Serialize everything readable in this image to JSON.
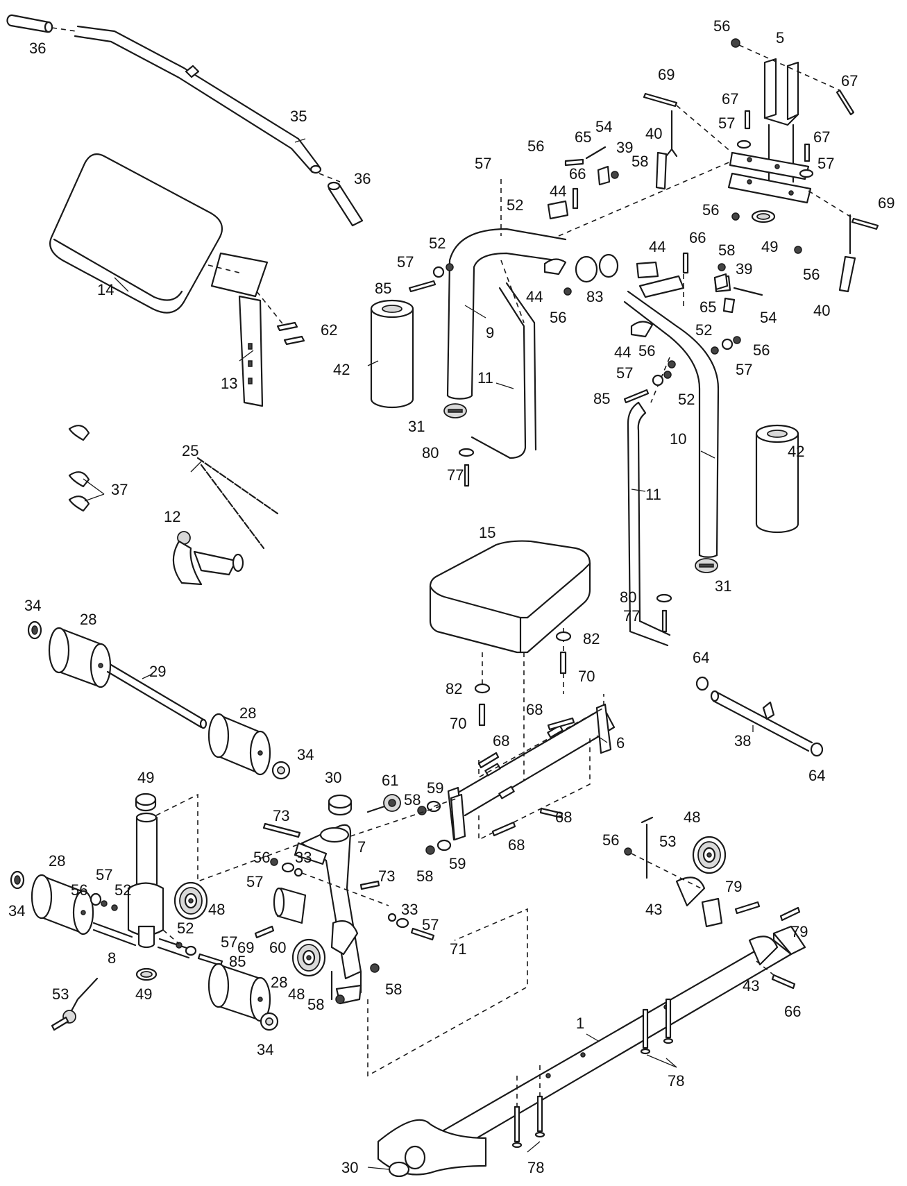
{
  "labels": [
    {
      "id": "lbl-36a",
      "text": "36"
    },
    {
      "id": "lbl-35",
      "text": "35"
    },
    {
      "id": "lbl-36b",
      "text": "36"
    },
    {
      "id": "lbl-14",
      "text": "14"
    },
    {
      "id": "lbl-62",
      "text": "62"
    },
    {
      "id": "lbl-13",
      "text": "13"
    },
    {
      "id": "lbl-37",
      "text": "37"
    },
    {
      "id": "lbl-25",
      "text": "25"
    },
    {
      "id": "lbl-12",
      "text": "12"
    },
    {
      "id": "lbl-42a",
      "text": "42"
    },
    {
      "id": "lbl-31a",
      "text": "31"
    },
    {
      "id": "lbl-80a",
      "text": "80"
    },
    {
      "id": "lbl-77a",
      "text": "77"
    },
    {
      "id": "lbl-9",
      "text": "9"
    },
    {
      "id": "lbl-11a",
      "text": "11"
    },
    {
      "id": "lbl-57a",
      "text": "57"
    },
    {
      "id": "lbl-52a",
      "text": "52"
    },
    {
      "id": "lbl-85a",
      "text": "85"
    },
    {
      "id": "lbl-57b",
      "text": "57"
    },
    {
      "id": "lbl-56a",
      "text": "56"
    },
    {
      "id": "lbl-52b",
      "text": "52"
    },
    {
      "id": "lbl-44a",
      "text": "44"
    },
    {
      "id": "lbl-66a",
      "text": "66"
    },
    {
      "id": "lbl-65a",
      "text": "65"
    },
    {
      "id": "lbl-54a",
      "text": "54"
    },
    {
      "id": "lbl-39a",
      "text": "39"
    },
    {
      "id": "lbl-58a",
      "text": "58"
    },
    {
      "id": "lbl-44b",
      "text": "44"
    },
    {
      "id": "lbl-56b",
      "text": "56"
    },
    {
      "id": "lbl-83",
      "text": "83"
    },
    {
      "id": "lbl-40a",
      "text": "40"
    },
    {
      "id": "lbl-69a",
      "text": "69"
    },
    {
      "id": "lbl-56c",
      "text": "56"
    },
    {
      "id": "lbl-5",
      "text": "5"
    },
    {
      "id": "lbl-67a",
      "text": "67"
    },
    {
      "id": "lbl-67b",
      "text": "67"
    },
    {
      "id": "lbl-57c",
      "text": "57"
    },
    {
      "id": "lbl-67c",
      "text": "67"
    },
    {
      "id": "lbl-57d",
      "text": "57"
    },
    {
      "id": "lbl-69b",
      "text": "69"
    },
    {
      "id": "lbl-56d",
      "text": "56"
    },
    {
      "id": "lbl-49a",
      "text": "49"
    },
    {
      "id": "lbl-56e",
      "text": "56"
    },
    {
      "id": "lbl-40b",
      "text": "40"
    },
    {
      "id": "lbl-44c",
      "text": "44"
    },
    {
      "id": "lbl-66b",
      "text": "66"
    },
    {
      "id": "lbl-58b",
      "text": "58"
    },
    {
      "id": "lbl-39b",
      "text": "39"
    },
    {
      "id": "lbl-65b",
      "text": "65"
    },
    {
      "id": "lbl-54b",
      "text": "54"
    },
    {
      "id": "lbl-44d",
      "text": "44"
    },
    {
      "id": "lbl-56f",
      "text": "56"
    },
    {
      "id": "lbl-52c",
      "text": "52"
    },
    {
      "id": "lbl-56g",
      "text": "56"
    },
    {
      "id": "lbl-57e",
      "text": "57"
    },
    {
      "id": "lbl-57f",
      "text": "57"
    },
    {
      "id": "lbl-52d",
      "text": "52"
    },
    {
      "id": "lbl-85b",
      "text": "85"
    },
    {
      "id": "lbl-10",
      "text": "10"
    },
    {
      "id": "lbl-42b",
      "text": "42"
    },
    {
      "id": "lbl-11b",
      "text": "11"
    },
    {
      "id": "lbl-31b",
      "text": "31"
    },
    {
      "id": "lbl-80b",
      "text": "80"
    },
    {
      "id": "lbl-77b",
      "text": "77"
    },
    {
      "id": "lbl-15",
      "text": "15"
    },
    {
      "id": "lbl-82a",
      "text": "82"
    },
    {
      "id": "lbl-70a",
      "text": "70"
    },
    {
      "id": "lbl-82b",
      "text": "82"
    },
    {
      "id": "lbl-70b",
      "text": "70"
    },
    {
      "id": "lbl-68a",
      "text": "68"
    },
    {
      "id": "lbl-6",
      "text": "6"
    },
    {
      "id": "lbl-68b",
      "text": "68"
    },
    {
      "id": "lbl-68c",
      "text": "68"
    },
    {
      "id": "lbl-68d",
      "text": "68"
    },
    {
      "id": "lbl-34a",
      "text": "34"
    },
    {
      "id": "lbl-28a",
      "text": "28"
    },
    {
      "id": "lbl-29",
      "text": "29"
    },
    {
      "id": "lbl-28b",
      "text": "28"
    },
    {
      "id": "lbl-34b",
      "text": "34"
    },
    {
      "id": "lbl-64a",
      "text": "64"
    },
    {
      "id": "lbl-38",
      "text": "38"
    },
    {
      "id": "lbl-64b",
      "text": "64"
    },
    {
      "id": "lbl-30a",
      "text": "30"
    },
    {
      "id": "lbl-61",
      "text": "61"
    },
    {
      "id": "lbl-58c",
      "text": "58"
    },
    {
      "id": "lbl-59a",
      "text": "59"
    },
    {
      "id": "lbl-73a",
      "text": "73"
    },
    {
      "id": "lbl-7",
      "text": "7"
    },
    {
      "id": "lbl-58d",
      "text": "58"
    },
    {
      "id": "lbl-59b",
      "text": "59"
    },
    {
      "id": "lbl-73b",
      "text": "73"
    },
    {
      "id": "lbl-49b",
      "text": "49"
    },
    {
      "id": "lbl-56h",
      "text": "56"
    },
    {
      "id": "lbl-33a",
      "text": "33"
    },
    {
      "id": "lbl-57g",
      "text": "57"
    },
    {
      "id": "lbl-60",
      "text": "60"
    },
    {
      "id": "lbl-69c",
      "text": "69"
    },
    {
      "id": "lbl-48a",
      "text": "48"
    },
    {
      "id": "lbl-28c",
      "text": "28"
    },
    {
      "id": "lbl-57h",
      "text": "57"
    },
    {
      "id": "lbl-56i",
      "text": "56"
    },
    {
      "id": "lbl-52e",
      "text": "52"
    },
    {
      "id": "lbl-34c",
      "text": "34"
    },
    {
      "id": "lbl-8",
      "text": "8"
    },
    {
      "id": "lbl-52f",
      "text": "52"
    },
    {
      "id": "lbl-57i",
      "text": "57"
    },
    {
      "id": "lbl-85c",
      "text": "85"
    },
    {
      "id": "lbl-49c",
      "text": "49"
    },
    {
      "id": "lbl-53a",
      "text": "53"
    },
    {
      "id": "lbl-28d",
      "text": "28"
    },
    {
      "id": "lbl-34d",
      "text": "34"
    },
    {
      "id": "lbl-48b",
      "text": "48"
    },
    {
      "id": "lbl-58e",
      "text": "58"
    },
    {
      "id": "lbl-33b",
      "text": "33"
    },
    {
      "id": "lbl-57j",
      "text": "57"
    },
    {
      "id": "lbl-71",
      "text": "71"
    },
    {
      "id": "lbl-58f",
      "text": "58"
    },
    {
      "id": "lbl-56j",
      "text": "56"
    },
    {
      "id": "lbl-53b",
      "text": "53"
    },
    {
      "id": "lbl-48c",
      "text": "48"
    },
    {
      "id": "lbl-79a",
      "text": "79"
    },
    {
      "id": "lbl-43a",
      "text": "43"
    },
    {
      "id": "lbl-79b",
      "text": "79"
    },
    {
      "id": "lbl-43b",
      "text": "43"
    },
    {
      "id": "lbl-66c",
      "text": "66"
    },
    {
      "id": "lbl-1",
      "text": "1"
    },
    {
      "id": "lbl-78a",
      "text": "78"
    },
    {
      "id": "lbl-30b",
      "text": "30"
    },
    {
      "id": "lbl-78b",
      "text": "78"
    }
  ]
}
